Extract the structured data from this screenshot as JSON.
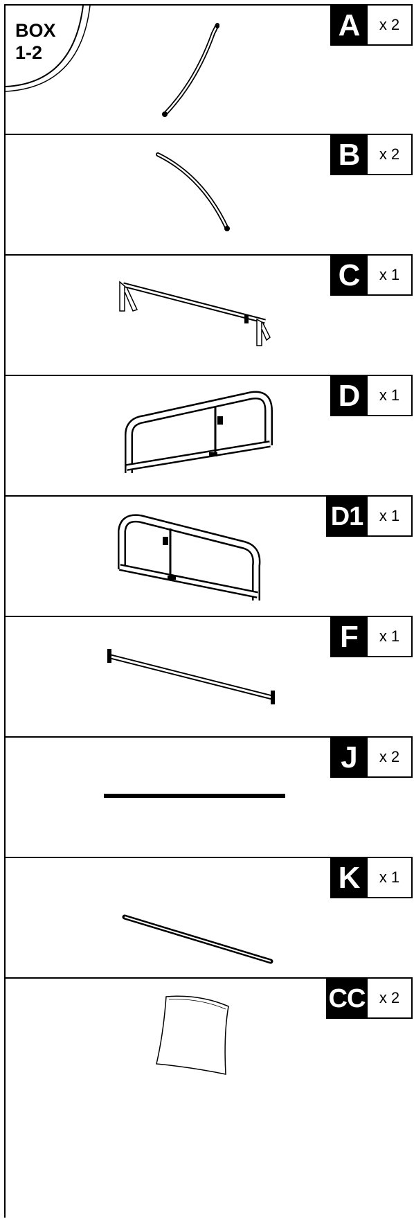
{
  "box": {
    "label": "BOX\n1-2"
  },
  "parts": [
    {
      "letter": "A",
      "qty": "x 2",
      "icon": "curved-tube-a-icon"
    },
    {
      "letter": "B",
      "qty": "x 2",
      "icon": "curved-tube-b-icon"
    },
    {
      "letter": "C",
      "qty": "x 1",
      "icon": "bar-with-brackets-icon"
    },
    {
      "letter": "D",
      "qty": "x 1",
      "icon": "end-frame-d-icon"
    },
    {
      "letter": "D1",
      "qty": "x 1",
      "icon": "end-frame-d1-icon"
    },
    {
      "letter": "F",
      "qty": "x 1",
      "icon": "cross-rail-icon"
    },
    {
      "letter": "J",
      "qty": "x 2",
      "icon": "flat-slat-icon"
    },
    {
      "letter": "K",
      "qty": "x 1",
      "icon": "rod-icon"
    },
    {
      "letter": "CC",
      "qty": "x 2",
      "icon": "fabric-sheet-icon"
    }
  ]
}
